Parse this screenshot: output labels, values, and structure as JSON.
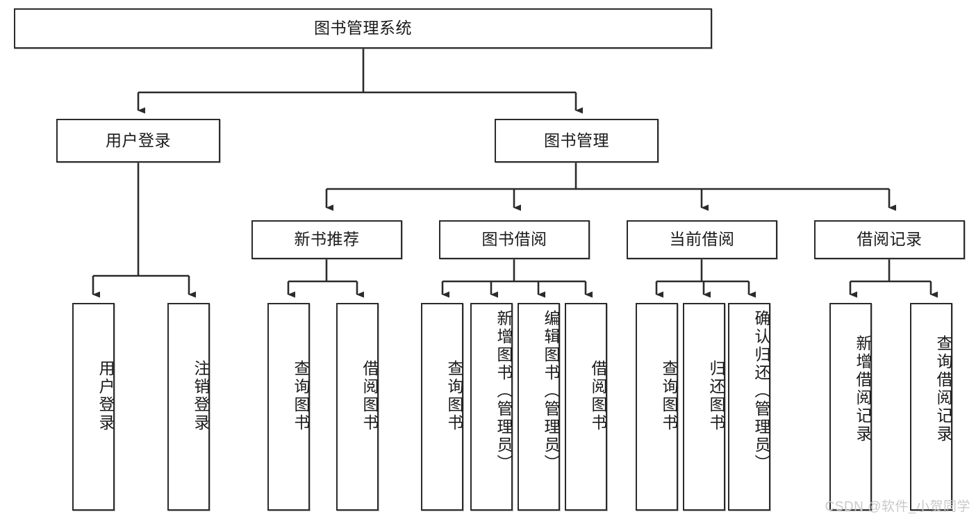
{
  "diagram": {
    "type": "tree-hierarchy",
    "title": "图书管理系统",
    "watermark": "CSDN @软件_小贺同学",
    "colors": {
      "node_border": "#2b2b2b",
      "node_fill": "#ffffff",
      "edge": "#2b2b2b",
      "text": "#1a1a1a",
      "watermark": "#c9c9c9",
      "background": "#ffffff"
    },
    "nodes": {
      "root": {
        "label": "图书管理系统",
        "orientation": "horizontal",
        "level": 0
      },
      "l1": [
        {
          "id": "user-login",
          "label": "用户登录",
          "orientation": "horizontal",
          "level": 1
        },
        {
          "id": "book-management",
          "label": "图书管理",
          "orientation": "horizontal",
          "level": 1
        }
      ],
      "l2": [
        {
          "id": "new-book-recommend",
          "label": "新书推荐",
          "orientation": "horizontal",
          "level": 2,
          "parent": "book-management"
        },
        {
          "id": "book-borrow",
          "label": "图书借阅",
          "orientation": "horizontal",
          "level": 2,
          "parent": "book-management"
        },
        {
          "id": "current-borrow",
          "label": "当前借阅",
          "orientation": "horizontal",
          "level": 2,
          "parent": "book-management"
        },
        {
          "id": "borrow-record",
          "label": "借阅记录",
          "orientation": "horizontal",
          "level": 2,
          "parent": "book-management"
        }
      ],
      "leaves": [
        {
          "id": "leaf-user-login",
          "label": "用户登录",
          "orientation": "vertical",
          "parent": "user-login"
        },
        {
          "id": "leaf-user-logout",
          "label": "注销登录",
          "orientation": "vertical",
          "parent": "user-login"
        },
        {
          "id": "leaf-query-book-rec",
          "label": "查询图书",
          "orientation": "vertical",
          "parent": "new-book-recommend"
        },
        {
          "id": "leaf-borrow-book-rec",
          "label": "借阅图书",
          "orientation": "vertical",
          "parent": "new-book-recommend"
        },
        {
          "id": "leaf-query-book-borrow",
          "label": "查询图书",
          "orientation": "vertical",
          "parent": "book-borrow"
        },
        {
          "id": "leaf-add-book-admin",
          "label": "新增图书（管理员）",
          "orientation": "vertical",
          "parent": "book-borrow"
        },
        {
          "id": "leaf-edit-book-admin",
          "label": "编辑图书（管理员）",
          "orientation": "vertical",
          "parent": "book-borrow"
        },
        {
          "id": "leaf-borrow-book",
          "label": "借阅图书",
          "orientation": "vertical",
          "parent": "book-borrow"
        },
        {
          "id": "leaf-query-book-current",
          "label": "查询图书",
          "orientation": "vertical",
          "parent": "current-borrow"
        },
        {
          "id": "leaf-return-book",
          "label": "归还图书",
          "orientation": "vertical",
          "parent": "current-borrow"
        },
        {
          "id": "leaf-confirm-return-admin",
          "label": "确认归还（管理员）",
          "orientation": "vertical",
          "parent": "current-borrow"
        },
        {
          "id": "leaf-add-borrow-record",
          "label": "新增借阅记录",
          "orientation": "vertical",
          "parent": "borrow-record"
        },
        {
          "id": "leaf-query-borrow-record",
          "label": "查询借阅记录",
          "orientation": "vertical",
          "parent": "borrow-record"
        }
      ]
    }
  }
}
